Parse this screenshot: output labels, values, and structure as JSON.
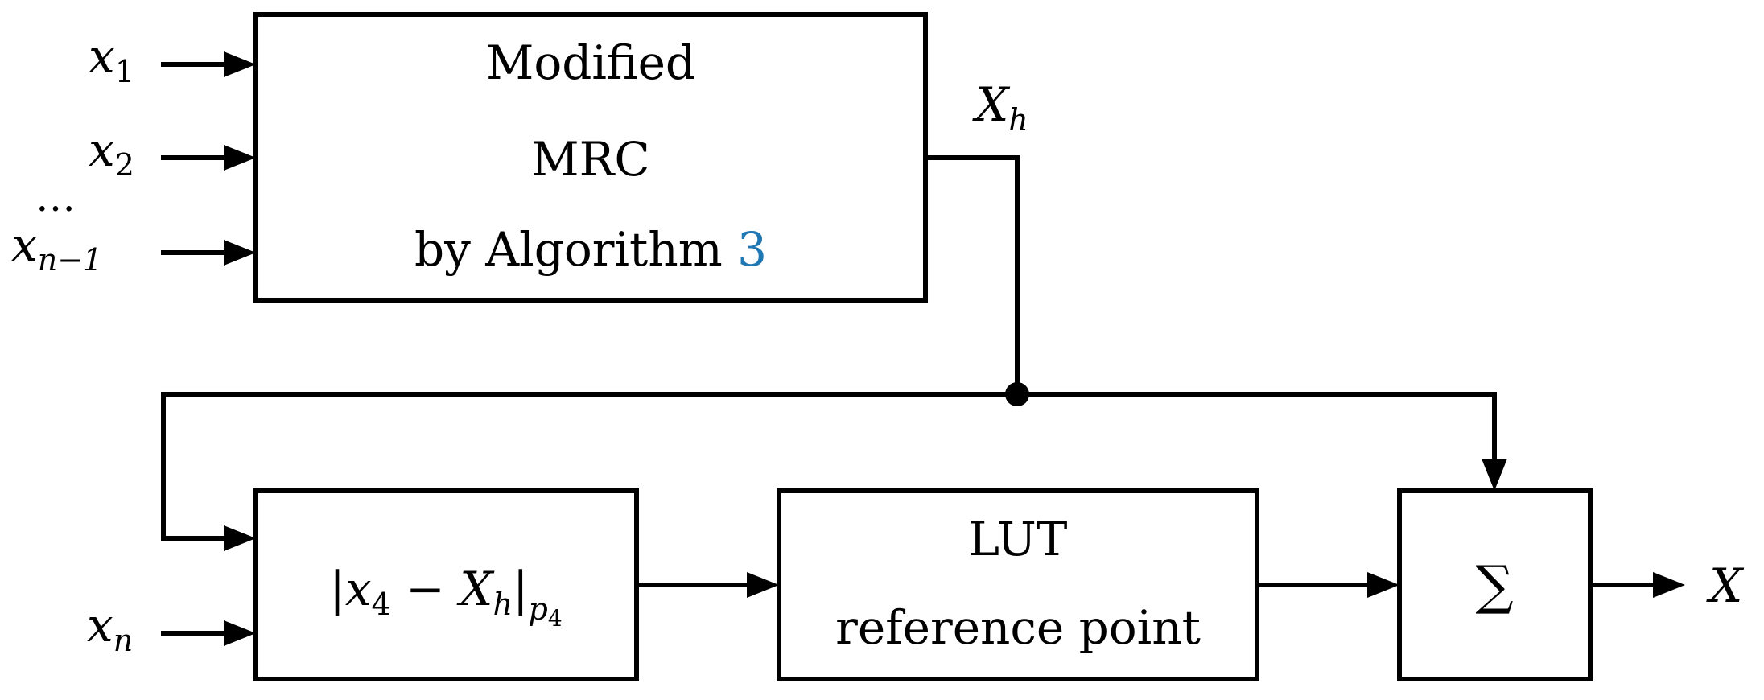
{
  "blocks": {
    "mrc": {
      "line1": "Modified",
      "line2": "MRC",
      "line3_prefix": "by Algorithm ",
      "line3_ref": "3",
      "ref_color": "#1f77b4"
    },
    "diff": {
      "bar_left": "|",
      "x_var": "x",
      "x_sub": "4",
      "minus": " − ",
      "X_var": "X",
      "X_sub": "h",
      "bar_right": "|",
      "mod_var": "p",
      "mod_sub": "4"
    },
    "lut": {
      "line1": "LUT",
      "line2": "reference point"
    },
    "sum": {
      "symbol": "∑"
    }
  },
  "inputs": {
    "x1": {
      "var": "x",
      "sub": "1"
    },
    "x2": {
      "var": "x",
      "sub": "2"
    },
    "dots": "…",
    "xn1": {
      "var": "x",
      "sub": "n−1"
    },
    "xn": {
      "var": "x",
      "sub": "n"
    }
  },
  "signals": {
    "Xh": {
      "var": "X",
      "sub": "h"
    },
    "X": {
      "var": "X"
    }
  }
}
